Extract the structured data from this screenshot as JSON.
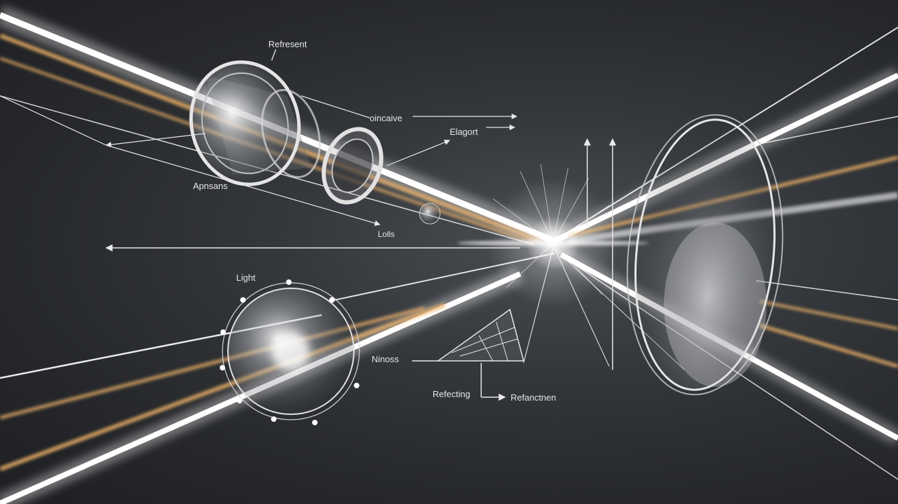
{
  "labels": {
    "refresent": "Refresent",
    "oincaive": "oincaive",
    "elagort": "Elagort",
    "apnsans": "Apnsans",
    "lolls": "Lolls",
    "light": "Light",
    "ninoss": "Ninoss",
    "refecting": "Refecting",
    "refanctnen": "Refanctnen"
  },
  "colors": {
    "background": "#2b2d30",
    "beam_white": "#ffffff",
    "beam_amber": "#f0b46a",
    "line": "#e8e8e8"
  }
}
